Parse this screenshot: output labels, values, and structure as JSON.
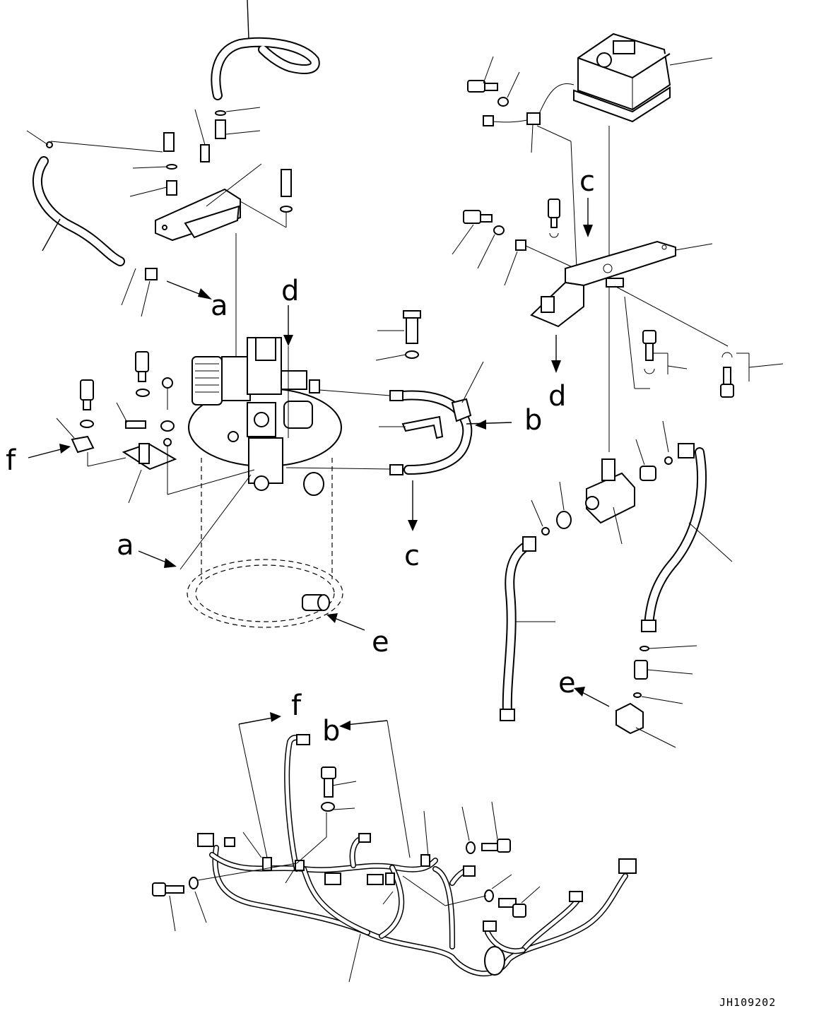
{
  "drawing_code": "JH109202",
  "callouts": {
    "a_top": "a",
    "a_left": "a",
    "b_right": "b",
    "b_bottom": "b",
    "c_top": "c",
    "c_bottom": "c",
    "d_top": "d",
    "d_bottom": "d",
    "e_tank": "e",
    "e_right": "e",
    "f_left": "f",
    "f_bottom": "f"
  }
}
